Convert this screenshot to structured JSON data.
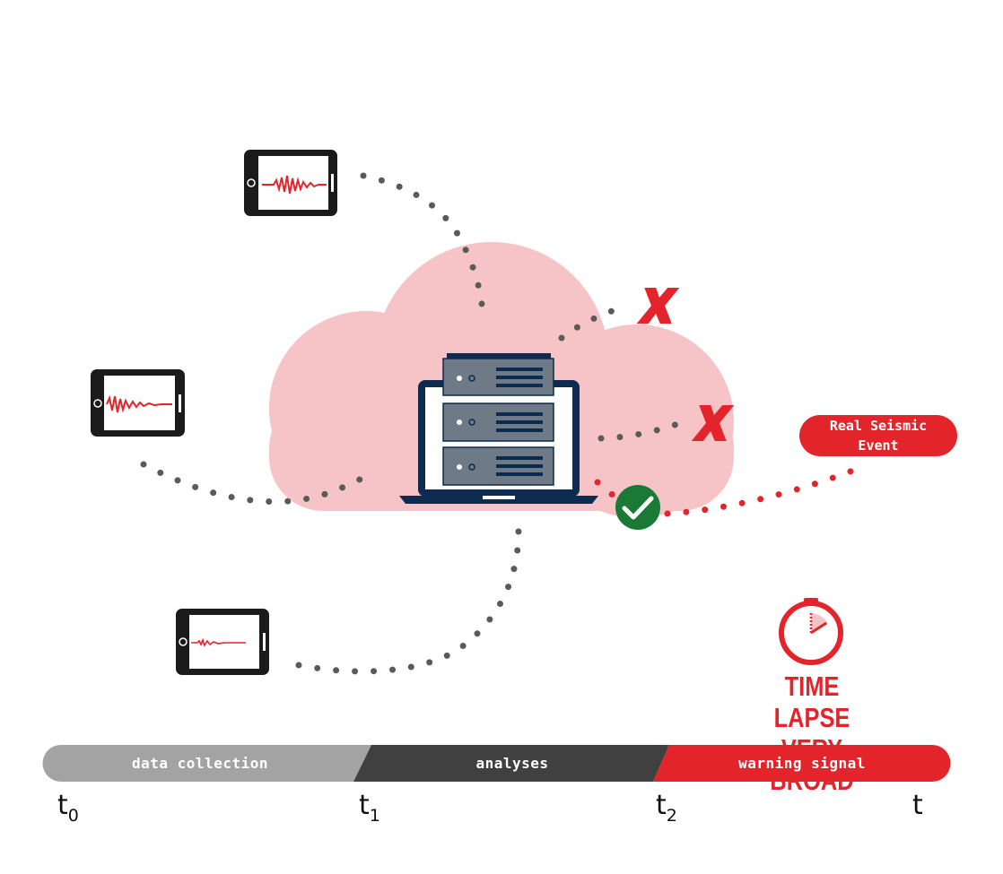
{
  "callout": {
    "line1": "Real Seismic",
    "line2": "Event"
  },
  "time_lapse": {
    "line1": "TIME LAPSE",
    "line2": "VERY BROAD"
  },
  "timeline": {
    "segments": [
      {
        "label": "data collection",
        "color": "#a3a3a3"
      },
      {
        "label": "analyses",
        "color": "#404040"
      },
      {
        "label": "warning signal",
        "color": "#e3242b"
      }
    ],
    "ticks": [
      {
        "base": "t",
        "sub": "0"
      },
      {
        "base": "t",
        "sub": "1"
      },
      {
        "base": "t",
        "sub": "2"
      },
      {
        "base": "t",
        "sub": ""
      }
    ]
  },
  "colors": {
    "cloud": "#f6c4c7",
    "accent_red": "#e3242b",
    "dots_gray": "#5a5a5a",
    "server_gray": "#6e7a86",
    "laptop_navy": "#0d2a4f",
    "check_green": "#1a7a35"
  },
  "icons": {
    "devices": [
      "tablet-icon",
      "tablet-icon",
      "tablet-icon"
    ],
    "status": [
      "reject-x-icon",
      "reject-x-icon",
      "check-icon"
    ],
    "center": "server-laptop-icon",
    "timer": "stopwatch-icon"
  }
}
